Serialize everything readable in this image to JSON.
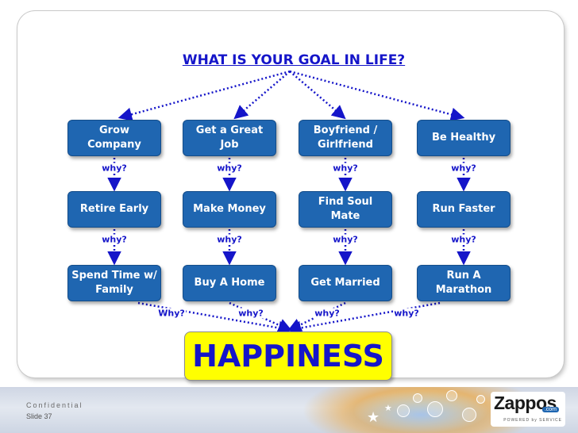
{
  "slide": {
    "title": "WHAT IS YOUR GOAL IN LIFE?",
    "goal": "HAPPINESS",
    "why_label": "why?",
    "bottom_why_labels": [
      "Why?",
      "why?",
      "why?",
      "why?"
    ],
    "confidential": "Confidential",
    "slide_number": "Slide 37"
  },
  "columns": [
    {
      "nodes": [
        "Grow Company",
        "Retire Early",
        "Spend Time w/ Family"
      ]
    },
    {
      "nodes": [
        "Get a Great Job",
        "Make Money",
        "Buy A Home"
      ]
    },
    {
      "nodes": [
        "Boyfriend / Girlfriend",
        "Find Soul Mate",
        "Get Married"
      ]
    },
    {
      "nodes": [
        "Be Healthy",
        "Run Faster",
        "Run A Marathon"
      ]
    }
  ],
  "logo": {
    "wordmark": "Zappos",
    "suffix": ".com",
    "tagline": "POWERED by SERVICE"
  },
  "colors": {
    "node_fill": "#1f66b1",
    "title_text": "#1515c9",
    "goal_fill": "#ffff00",
    "arrow": "#1515c9"
  }
}
